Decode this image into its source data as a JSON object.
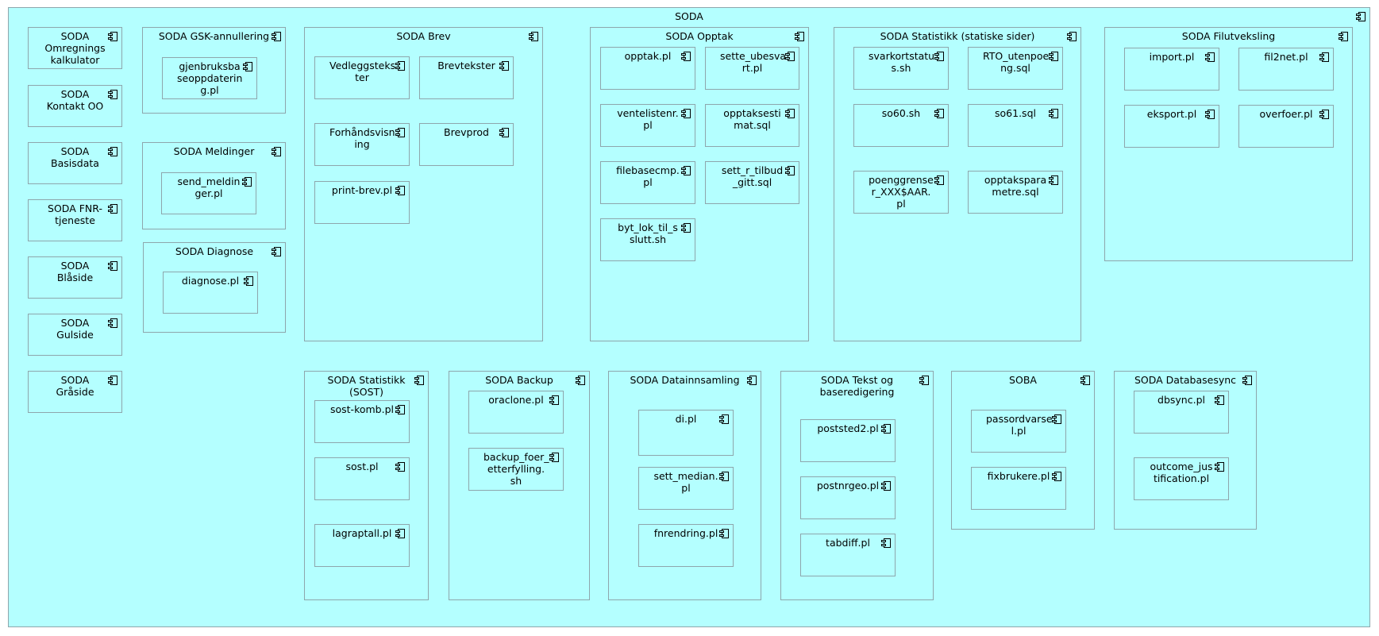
{
  "soda": {
    "title": "SODA"
  },
  "left_column": [
    {
      "text": "SODA\nOmregnings\nkalkulator"
    },
    {
      "text": "SODA\nKontakt OO"
    },
    {
      "text": "SODA\nBasisdata"
    },
    {
      "text": "SODA FNR-\ntjeneste"
    },
    {
      "text": "SODA Blåside"
    },
    {
      "text": "SODA\nGulside"
    },
    {
      "text": "SODA\nGråside"
    }
  ],
  "gsk": {
    "title": "SODA GSK-annullering",
    "items": [
      "gjenbruksba\nseoppdaterin\ng.pl"
    ]
  },
  "meldinger": {
    "title": "SODA Meldinger",
    "items": [
      "send_meldin\nger.pl"
    ]
  },
  "diagnose": {
    "title": "SODA Diagnose",
    "items": [
      "diagnose.pl"
    ]
  },
  "brev": {
    "title": "SODA Brev",
    "items": [
      "Vedleggsteks\nter",
      "Brevtekster",
      "Forhåndsvisn\ning",
      "Brevprod",
      "print-brev.pl"
    ]
  },
  "opptak": {
    "title": "SODA Opptak",
    "items": [
      "opptak.pl",
      "sette_ubesva\nrt.pl",
      "ventelistenr.\npl",
      "opptaksesti\nmat.sql",
      "filebasecmp.\npl",
      "sett_r_tilbud\n_gitt.sql",
      "byt_lok_til_s\nslutt.sh"
    ]
  },
  "statistikk": {
    "title": "SODA Statistikk (statiske sider)",
    "items": [
      "svarkortstatu\ns.sh",
      "RTO_utenpoe\nng.sql",
      "so60.sh",
      "so61.sql",
      "poenggrense\nr_XXX$AAR.\npl",
      "opptakspara\nmetre.sql"
    ]
  },
  "filutveksling": {
    "title": "SODA Filutveksling",
    "items": [
      "import.pl",
      "fil2net.pl",
      "eksport.pl",
      "overfoer.pl"
    ]
  },
  "sost": {
    "title": "SODA Statistikk\n(SOST)",
    "items": [
      "sost-komb.pl",
      "sost.pl",
      "lagraptall.pl"
    ]
  },
  "backup": {
    "title": "SODA Backup",
    "items": [
      "oraclone.pl",
      "backup_foer_\netterfylling.\nsh"
    ]
  },
  "datainnsamling": {
    "title": "SODA Datainnsamling",
    "items": [
      "di.pl",
      "sett_median.\npl",
      "fnrendring.pl"
    ]
  },
  "tekst": {
    "title": "SODA Tekst og\nbaseredigering",
    "items": [
      "poststed2.pl",
      "postnrgeo.pl",
      "tabdiff.pl"
    ]
  },
  "soba": {
    "title": "SOBA",
    "items": [
      "passordvarse\nl.pl",
      "fixbrukere.pl"
    ]
  },
  "databasesync": {
    "title": "SODA Databasesync",
    "items": [
      "dbsync.pl",
      "outcome_jus\ntification.pl"
    ]
  },
  "colors": {
    "fill": "#b4ffff",
    "border": "#8ea6ac"
  },
  "icons": {
    "component": "component-icon"
  }
}
